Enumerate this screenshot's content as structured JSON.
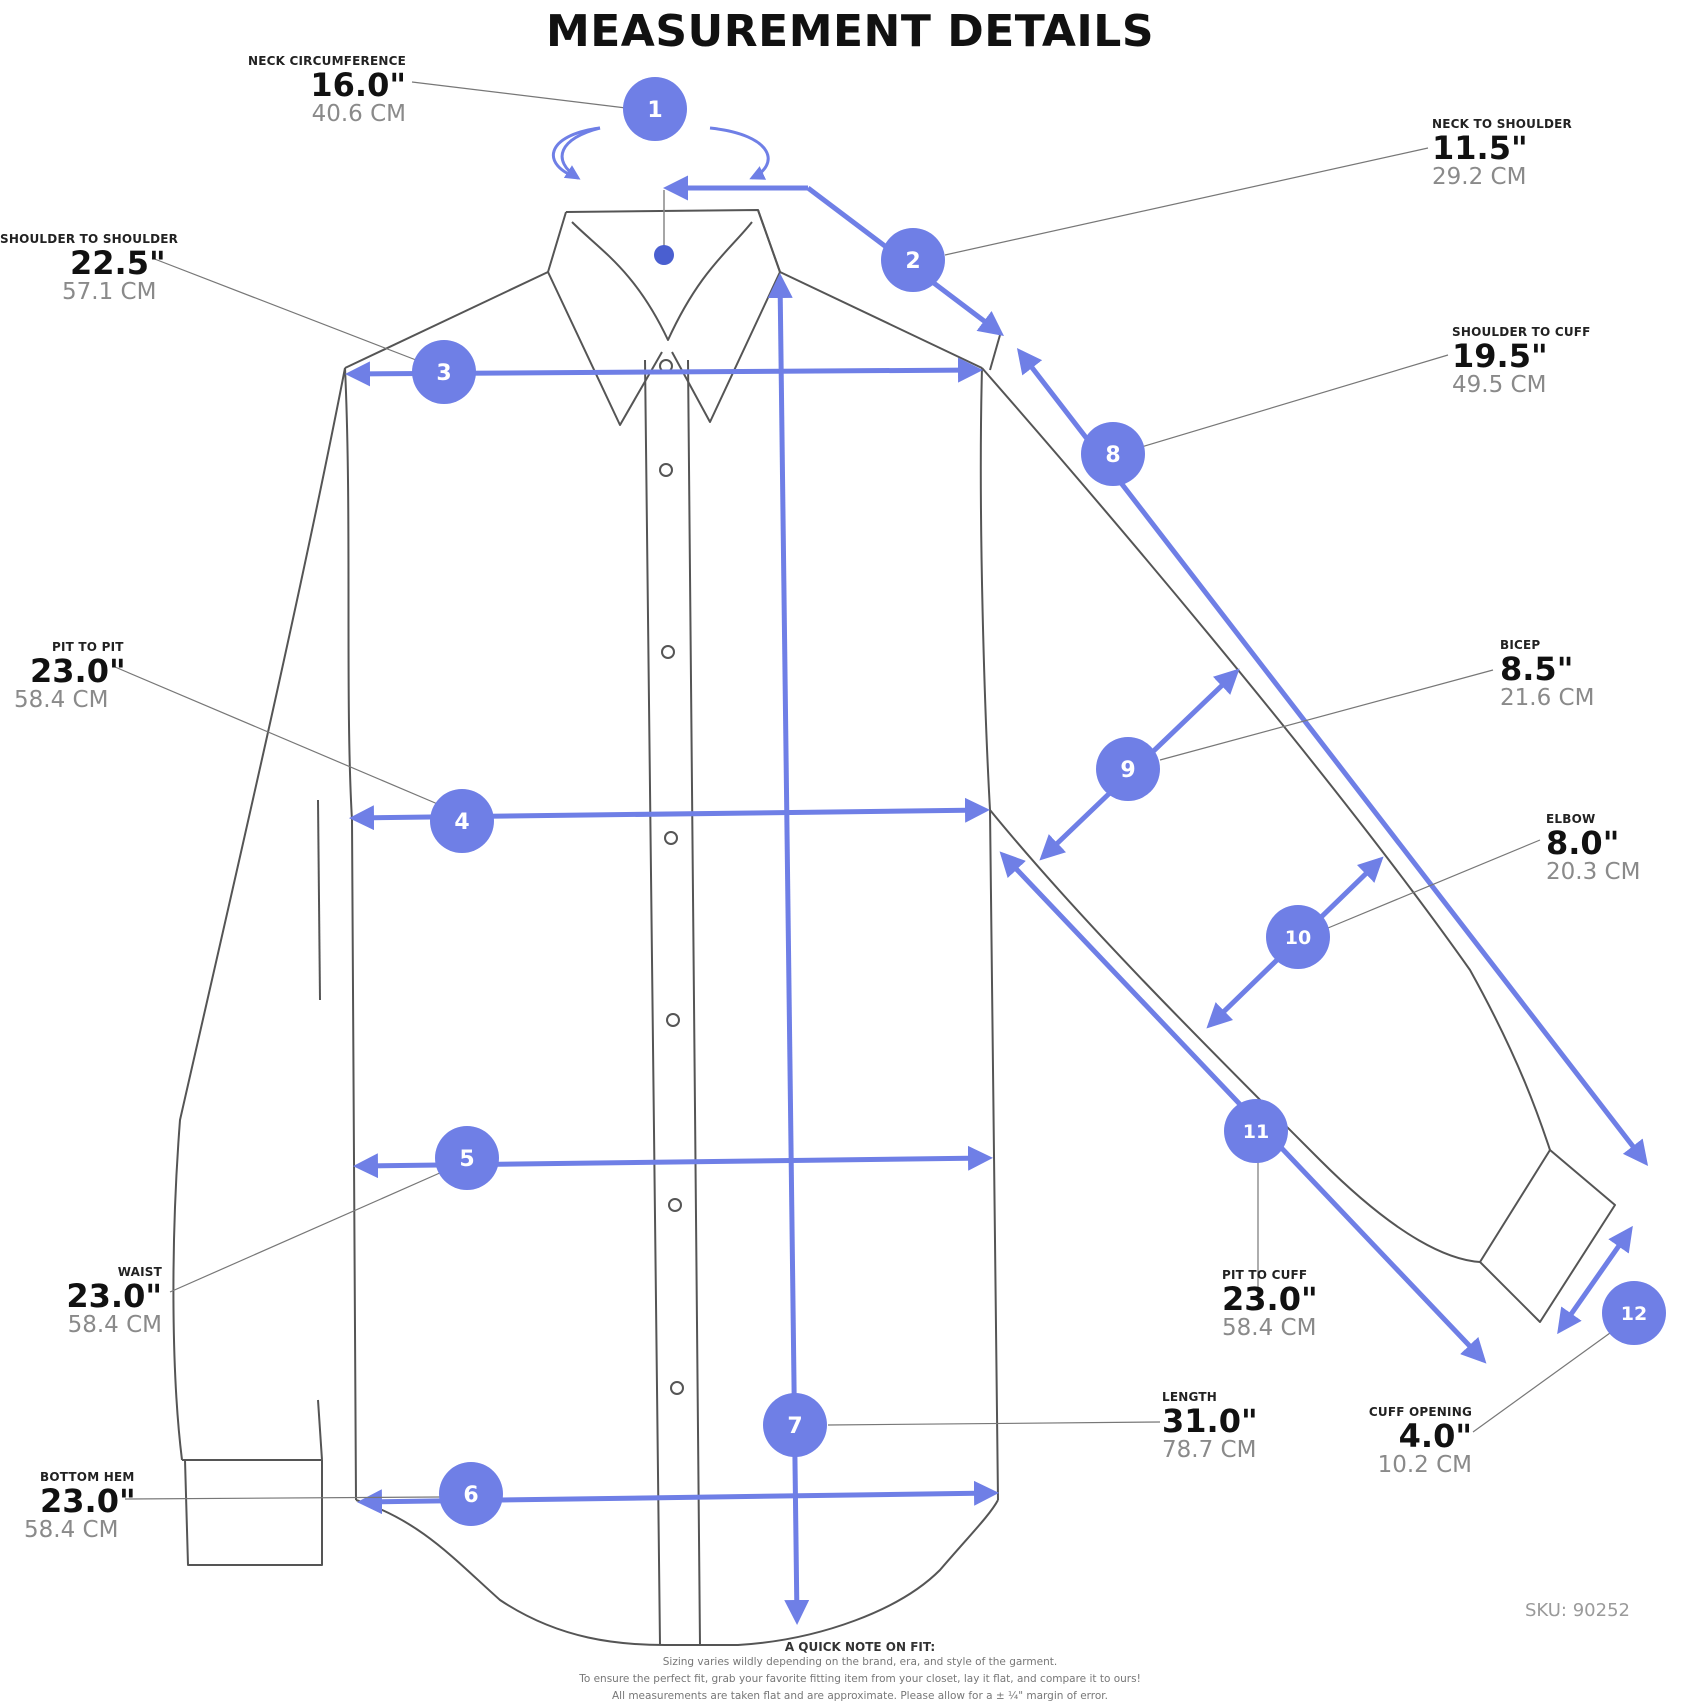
{
  "title": "MEASUREMENT DETAILS",
  "accent_color": "#6f7fe6",
  "measurements": [
    {
      "number": "1",
      "label": "NECK CIRCUMFERENCE",
      "inches": "16.0\"",
      "cm": "40.6 CM"
    },
    {
      "number": "2",
      "label": "NECK TO SHOULDER",
      "inches": "11.5\"",
      "cm": "29.2 CM"
    },
    {
      "number": "3",
      "label": "SHOULDER TO SHOULDER",
      "inches": "22.5\"",
      "cm": "57.1 CM"
    },
    {
      "number": "4",
      "label": "PIT TO PIT",
      "inches": "23.0\"",
      "cm": "58.4 CM"
    },
    {
      "number": "5",
      "label": "WAIST",
      "inches": "23.0\"",
      "cm": "58.4 CM"
    },
    {
      "number": "6",
      "label": "BOTTOM HEM",
      "inches": "23.0\"",
      "cm": "58.4 CM"
    },
    {
      "number": "7",
      "label": "LENGTH",
      "inches": "31.0\"",
      "cm": "78.7 CM"
    },
    {
      "number": "8",
      "label": "SHOULDER TO CUFF",
      "inches": "19.5\"",
      "cm": "49.5 CM"
    },
    {
      "number": "9",
      "label": "BICEP",
      "inches": "8.5\"",
      "cm": "21.6 CM"
    },
    {
      "number": "10",
      "label": "ELBOW",
      "inches": "8.0\"",
      "cm": "20.3 CM"
    },
    {
      "number": "11",
      "label": "PIT TO CUFF",
      "inches": "23.0\"",
      "cm": "58.4 CM"
    },
    {
      "number": "12",
      "label": "CUFF OPENING",
      "inches": "4.0\"",
      "cm": "10.2 CM"
    }
  ],
  "sku": "SKU: 90252",
  "fit_note": {
    "heading": "A QUICK NOTE ON FIT:",
    "lines": [
      "Sizing varies wildly depending on the brand, era, and style of the garment.",
      "To ensure the perfect fit, grab your favorite fitting item from your closet, lay it flat, and compare it to ours!",
      "All measurements are taken flat and are approximate. Please allow for a ± ¼\" margin of error."
    ]
  }
}
